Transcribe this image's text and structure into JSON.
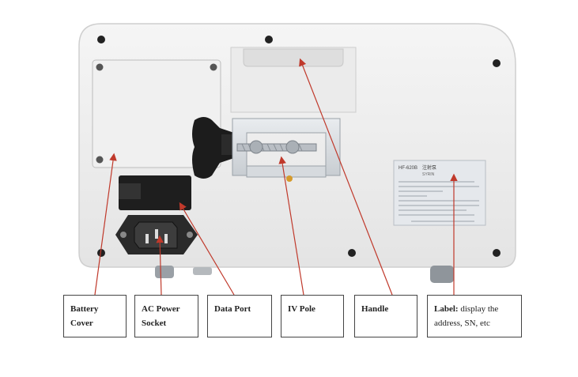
{
  "callouts": {
    "battery": "Battery Cover",
    "ac": "AC Power Socket",
    "data": "Data Port",
    "ivpole": "IV Pole",
    "handle": "Handle",
    "label_title": "Label:",
    "label_desc": "display the address, SN, etc"
  },
  "device_label": {
    "model": "HF-620B",
    "name_cn": "注射泵",
    "name_sub": "SYRIN"
  },
  "colors": {
    "arrow": "#c0392b",
    "device_body": "#ececec",
    "device_edge": "#cfcfcf",
    "label_sticker": "#e5e8ec"
  }
}
